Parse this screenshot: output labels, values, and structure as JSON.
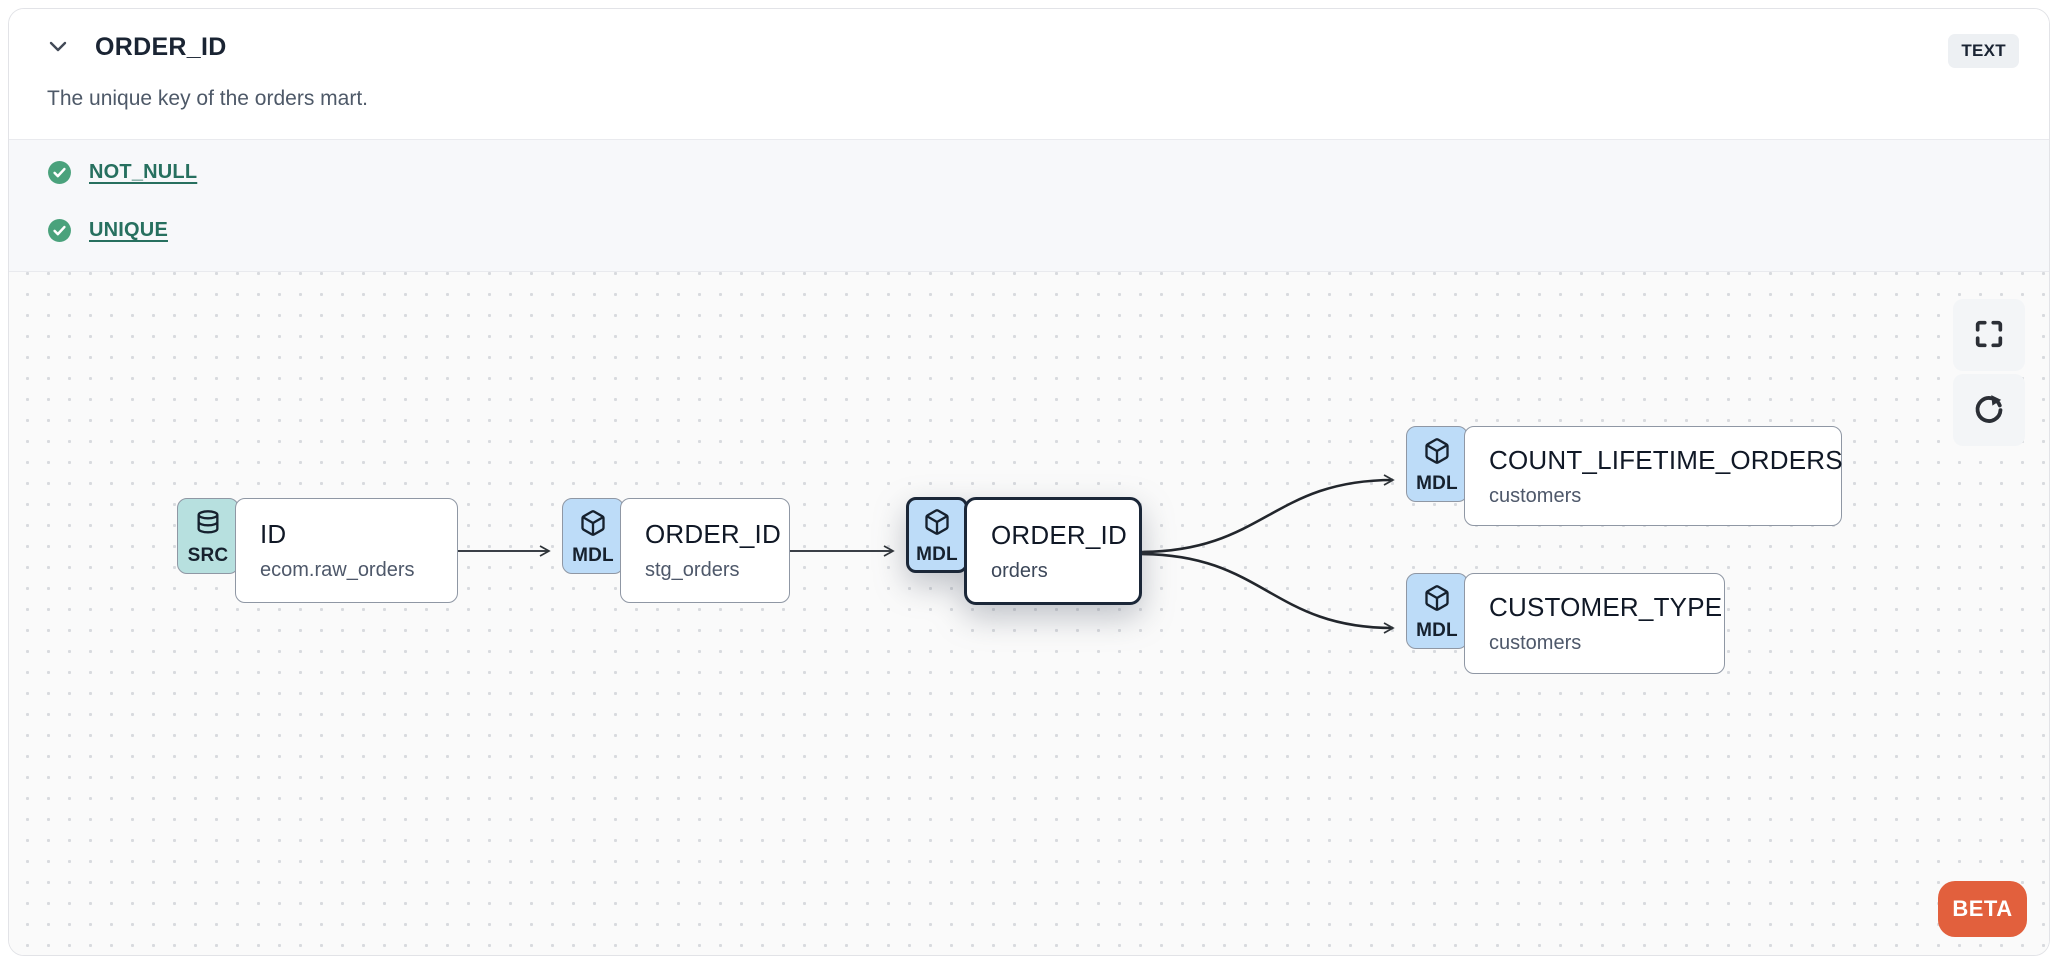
{
  "header": {
    "title": "ORDER_ID",
    "type_badge": "TEXT",
    "description": "The unique key of the orders mart.",
    "collapse_icon": "chevron-down-icon"
  },
  "tests": [
    {
      "label": "NOT_NULL",
      "status": "pass",
      "icon": "check-circle-icon"
    },
    {
      "label": "UNIQUE",
      "status": "pass",
      "icon": "check-circle-icon"
    }
  ],
  "lineage": {
    "nodes": [
      {
        "id": "source",
        "badge": "SRC",
        "icon": "database-icon",
        "title": "ID",
        "subtitle": "ecom.raw_orders",
        "selected": false
      },
      {
        "id": "stg_orders",
        "badge": "MDL",
        "icon": "cube-icon",
        "title": "ORDER_ID",
        "subtitle": "stg_orders",
        "selected": false
      },
      {
        "id": "orders",
        "badge": "MDL",
        "icon": "cube-icon",
        "title": "ORDER_ID",
        "subtitle": "orders",
        "selected": true
      },
      {
        "id": "count_lifetime_orders",
        "badge": "MDL",
        "icon": "cube-icon",
        "title": "COUNT_LIFETIME_ORDERS",
        "subtitle": "customers",
        "selected": false
      },
      {
        "id": "customer_type",
        "badge": "MDL",
        "icon": "cube-icon",
        "title": "CUSTOMER_TYPE",
        "subtitle": "customers",
        "selected": false
      }
    ],
    "edges": [
      {
        "from": "source",
        "to": "stg_orders"
      },
      {
        "from": "stg_orders",
        "to": "orders"
      },
      {
        "from": "orders",
        "to": "count_lifetime_orders"
      },
      {
        "from": "orders",
        "to": "customer_type"
      }
    ]
  },
  "controls": {
    "fullscreen_icon": "fullscreen-icon",
    "refresh_icon": "refresh-icon"
  },
  "beta_label": "BETA",
  "colors": {
    "accent_orange": "#e2603d",
    "test_pass_green": "#4aa27c",
    "test_link_teal": "#27705f",
    "src_badge": "#b7e0df",
    "mdl_badge": "#bddcf8",
    "selected_border": "#1b2738",
    "edge": "#2e3338"
  }
}
